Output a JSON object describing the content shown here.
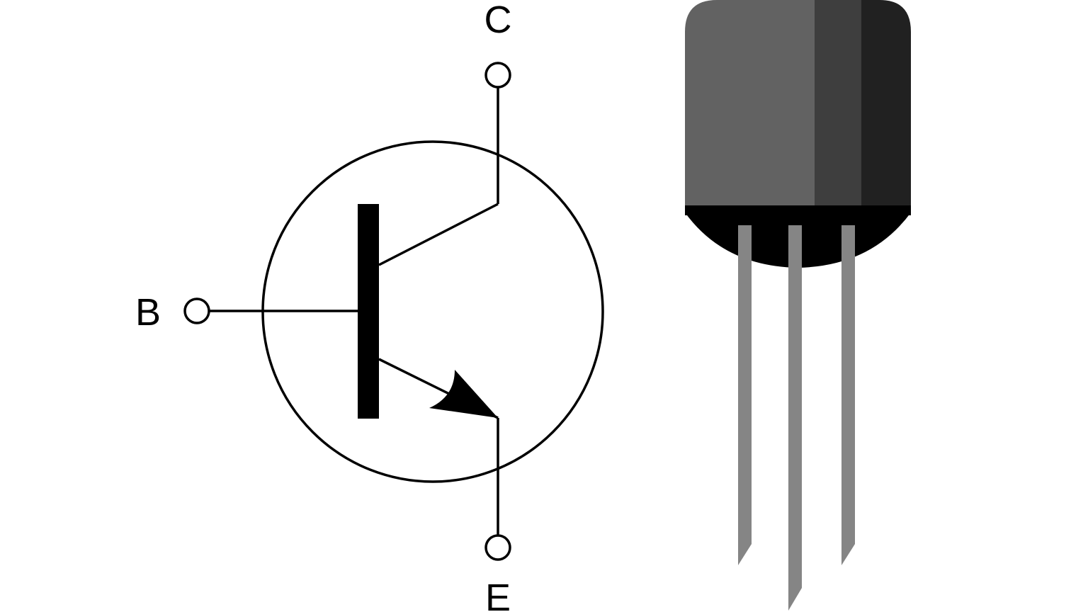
{
  "diagram": {
    "terminals": {
      "collector": "C",
      "base": "B",
      "emitter": "E"
    }
  },
  "colors": {
    "line": "#000000",
    "background": "#ffffff",
    "body_front": "#626262",
    "body_side": "#3e3e3e",
    "body_back": "#212121",
    "body_flat": "#000000",
    "lead": "#858585"
  },
  "icons": {
    "symbol": "npn-transistor-symbol-icon",
    "package": "to-92-transistor-package-icon"
  }
}
